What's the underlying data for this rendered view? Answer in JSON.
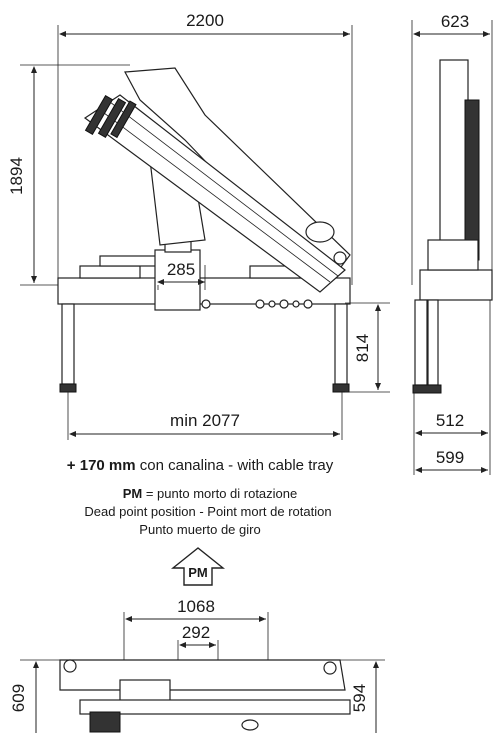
{
  "dimensions": {
    "top_width": "2200",
    "side_width_top": "623",
    "height_left": "1894",
    "offset_bottom": "285",
    "leg_height": "814",
    "min_width": "min 2077",
    "side_width_mid": "512",
    "side_width_low": "599",
    "plan_width": "1068",
    "plan_inner": "292",
    "plan_left_h": "609",
    "plan_right_h": "594"
  },
  "notes": {
    "cable_tray_bold": "+ 170 mm",
    "cable_tray_rest": " con canalina - with cable tray",
    "pm_label_bold": "PM",
    "pm_label_rest": " = punto morto di rotazione",
    "pm_line2": "Dead point position - Point mort de rotation",
    "pm_line3": "Punto muerto de giro",
    "pm_arrow": "PM"
  }
}
